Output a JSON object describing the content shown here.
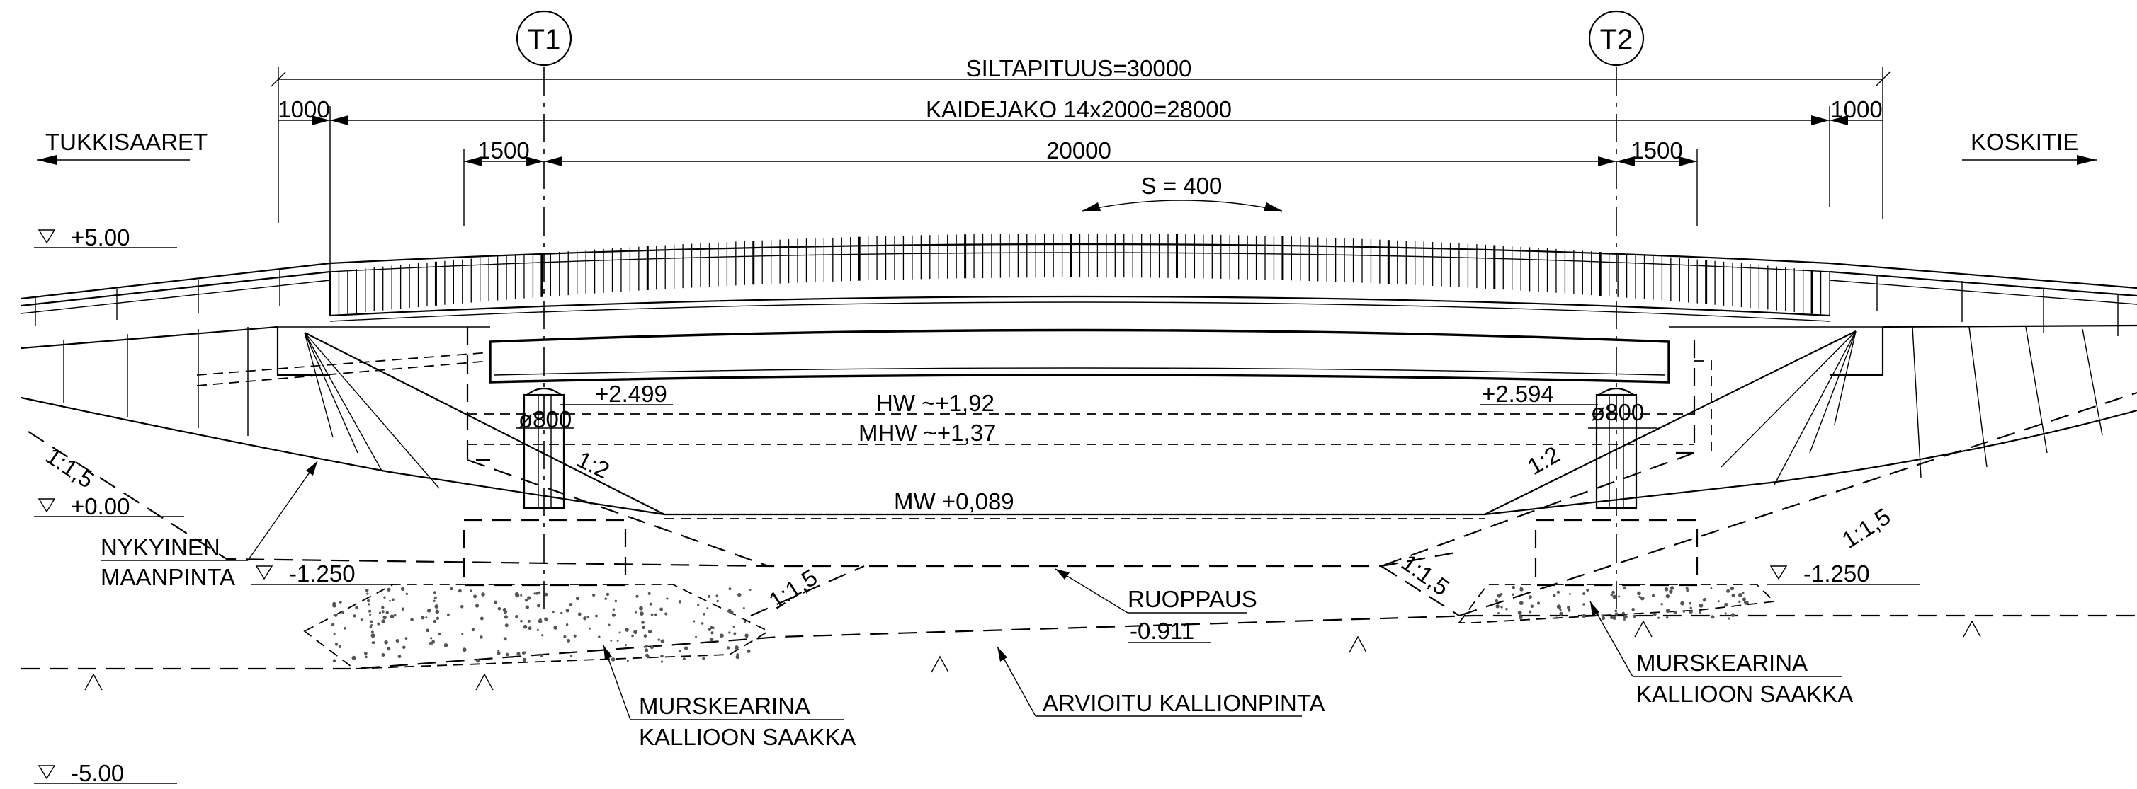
{
  "axes": {
    "t1": "T1",
    "t2": "T2"
  },
  "dimensions": {
    "bridge_length": "SILTAPITUUS=30000",
    "railing_division": "KAIDEJAKO 14x2000=28000",
    "left_end": "1000",
    "right_end": "1000",
    "left_overhang": "1500",
    "right_overhang": "1500",
    "span": "20000",
    "camber": "S = 400"
  },
  "directions": {
    "left": "TUKKISAARET",
    "right": "KOSKITIE"
  },
  "elevations": {
    "top": "+5.00",
    "zero": "+0.00",
    "bottom": "-5.00",
    "left_foundation": "-1.250",
    "right_foundation": "-1.250"
  },
  "water_levels": {
    "hw": "HW ~+1,92",
    "mhw": "MHW ~+1,37",
    "mw": "MW +0,089"
  },
  "supports": {
    "left_elevation": "+2.499",
    "right_elevation": "+2.594",
    "left_pile": "ø800",
    "right_pile": "ø800"
  },
  "slopes": {
    "left_outer": "1:1,5",
    "left_inner": "1:2",
    "right_inner": "1:2",
    "right_outer": "1:1,5",
    "left_dredge": "1:1,5",
    "right_dredge": "1:1,5"
  },
  "labels": {
    "ground_line1": "NYKYINEN",
    "ground_line2": "MAANPINTA",
    "dredging": "RUOPPAUS",
    "dredging_level": "-0.911",
    "rock_surface": "ARVIOITU KALLIONPINTA",
    "crushed_left_line1": "MURSKEARINA",
    "crushed_left_line2": "KALLIOON SAAKKA",
    "crushed_right_line1": "MURSKEARINA",
    "crushed_right_line2": "KALLIOON SAAKKA"
  }
}
